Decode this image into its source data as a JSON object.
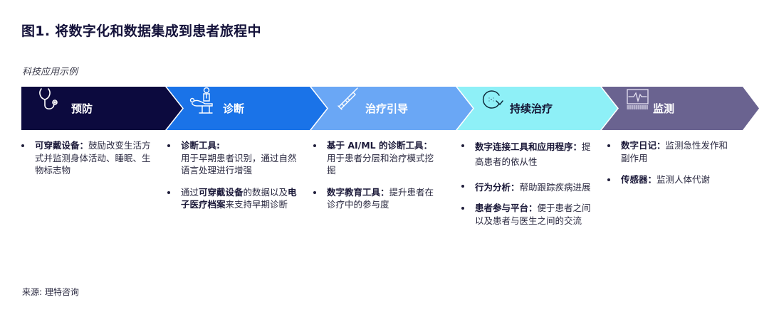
{
  "title": "图1. 将数字化和数据集成到患者旅程中",
  "subtitle": "科技应用示例",
  "colors": {
    "prevention": "#0c0a3e",
    "diagnosis": "#1a73e8",
    "treatment_guidance": "#6aa7f5",
    "continuous_treatment": "#8ef0f7",
    "monitoring": "#6a6390"
  },
  "stages": [
    {
      "label": "预防",
      "icon": "stethoscope-icon"
    },
    {
      "label": "诊断",
      "icon": "patient-doctor-icon"
    },
    {
      "label": "治疗引导",
      "icon": "syringe-icon"
    },
    {
      "label": "持续治疗",
      "icon": "cycle-arrow-icon"
    },
    {
      "label": "监测",
      "icon": "heart-monitor-icon"
    }
  ],
  "columns": [
    {
      "items": [
        {
          "bold": "可穿戴设备：",
          "text": "鼓励改变生活方式并监测身体活动、睡眠、生物标志物"
        }
      ]
    },
    {
      "items": [
        {
          "bold": "诊断工具:",
          "text": "用于早期患者识别，通过自然语言处理进行增强"
        },
        {
          "pre": "通过",
          "bold": "可穿戴设备",
          "mid": "的数据以及",
          "bold2": "电子医疗档案",
          "text": "来支持早期诊断"
        }
      ]
    },
    {
      "items": [
        {
          "bold": "基于 AI/ML 的诊断工具：",
          "text": "用于患者分层和治疗模式挖掘"
        },
        {
          "bold": "数字教育工具：",
          "text": "提升患者在诊疗中的参与度"
        }
      ]
    },
    {
      "items": [
        {
          "bold": "数字连接工具和应用程序：",
          "text": "提高患者的依从性"
        },
        {
          "bold": "行为分析：",
          "text": "帮助跟踪疾病进展"
        },
        {
          "bold": "患者参与平台：",
          "text": "便于患者之间以及患者与医生之间的交流"
        }
      ]
    },
    {
      "items": [
        {
          "bold": "数字日记：",
          "text": "监测急性发作和副作用"
        },
        {
          "bold": "传感器：",
          "text": "监测人体代谢"
        }
      ]
    }
  ],
  "source": "来源: 理特咨询"
}
